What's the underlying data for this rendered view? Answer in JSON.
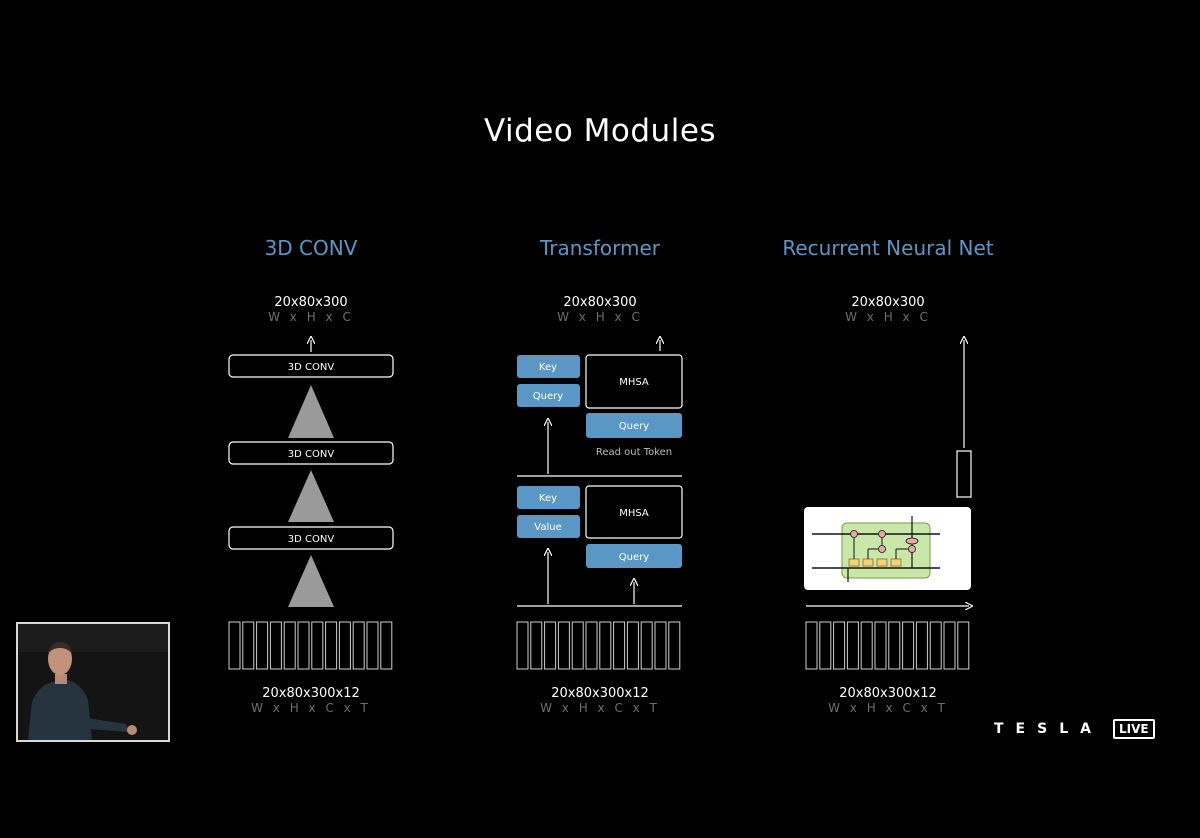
{
  "slide": {
    "title": "Video Modules"
  },
  "columns": [
    {
      "title": "3D CONV",
      "output": {
        "dims": "20x80x300",
        "labels": "W x H x C"
      },
      "input": {
        "dims": "20x80x300x12",
        "labels": "W x H x C x T"
      },
      "blocks": [
        "3D CONV",
        "3D CONV",
        "3D CONV"
      ]
    },
    {
      "title": "Transformer",
      "output": {
        "dims": "20x80x300",
        "labels": "W x H x C"
      },
      "input": {
        "dims": "20x80x300x12",
        "labels": "W x H x C x T"
      },
      "upper": {
        "key": "Key",
        "second": "Query",
        "mhsa": "MHSA",
        "query": "Query",
        "note": "Read out Token"
      },
      "lower": {
        "key": "Key",
        "second": "Value",
        "mhsa": "MHSA",
        "query": "Query"
      }
    },
    {
      "title": "Recurrent Neural Net",
      "output": {
        "dims": "20x80x300",
        "labels": "W x H x C"
      },
      "input": {
        "dims": "20x80x300x12",
        "labels": "W x H x C x T"
      }
    }
  ],
  "logo": {
    "word": "TESLA",
    "badge": "LIVE"
  },
  "colors": {
    "accent": "#5b97c4",
    "block_fill": "#5b97c4",
    "triangle": "#9a9a9a"
  }
}
